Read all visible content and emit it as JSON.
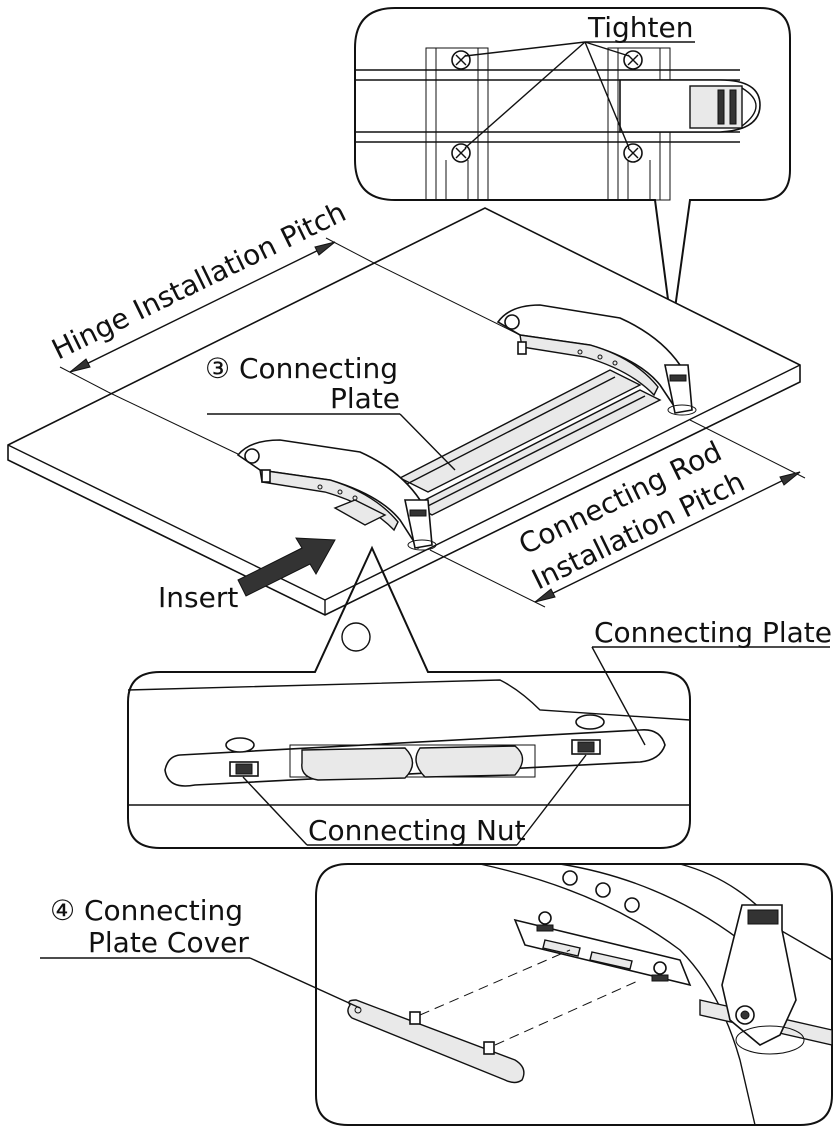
{
  "diagram": {
    "labels": {
      "tighten": "Tighten",
      "hinge_pitch": "Hinge Installation Pitch",
      "connecting_plate_step_line1": "③ Connecting",
      "connecting_plate_step_line2": "Plate",
      "connecting_rod_line1": "Connecting Rod",
      "connecting_rod_line2": "Installation Pitch",
      "insert": "Insert",
      "connecting_plate": "Connecting Plate",
      "connecting_nut": "Connecting Nut",
      "plate_cover_line1": "④ Connecting",
      "plate_cover_line2": "Plate Cover"
    }
  }
}
